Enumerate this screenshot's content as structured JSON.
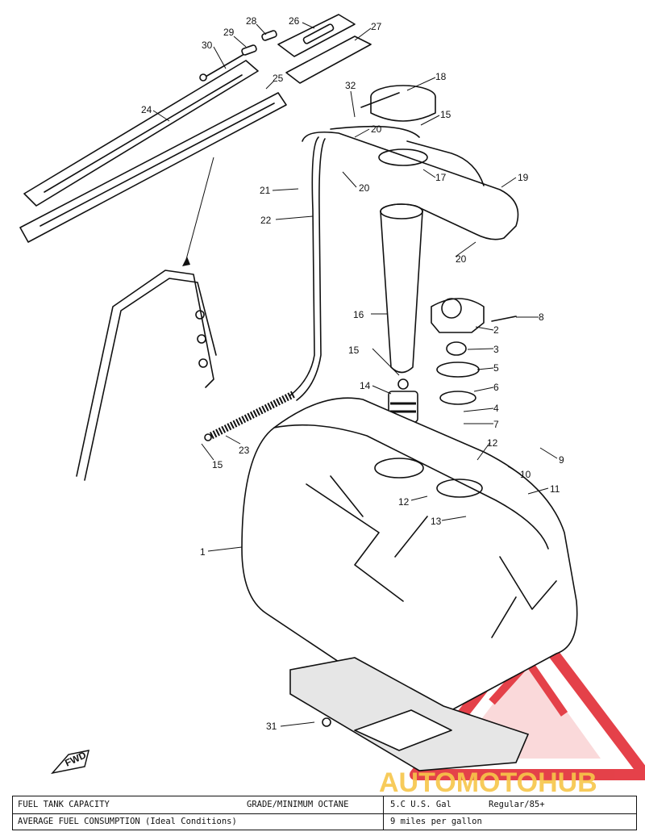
{
  "callouts": [
    "1",
    "2",
    "3",
    "4",
    "5",
    "6",
    "7",
    "8",
    "9",
    "10",
    "11",
    "12",
    "12",
    "13",
    "14",
    "15",
    "15",
    "15",
    "16",
    "17",
    "18",
    "19",
    "20",
    "20",
    "20",
    "21",
    "22",
    "23",
    "24",
    "25",
    "26",
    "27",
    "28",
    "29",
    "30",
    "31",
    "32"
  ],
  "fwd_label": "FWD",
  "watermark": "AUTOMOTOHUB",
  "colors": {
    "watermark_red": "#e0202a",
    "watermark_fill": "#f4a7a9",
    "watermark_yellow": "#f7c64a"
  },
  "spec_table": {
    "row1": {
      "label": "FUEL TANK CAPACITY",
      "sublabel": "GRADE/MINIMUM OCTANE",
      "value": "5.C U.S. Gal",
      "value2": "Regular/85+"
    },
    "row2": {
      "label": "AVERAGE FUEL CONSUMPTION (Ideal Conditions)",
      "value": "9 miles per gallon"
    }
  }
}
